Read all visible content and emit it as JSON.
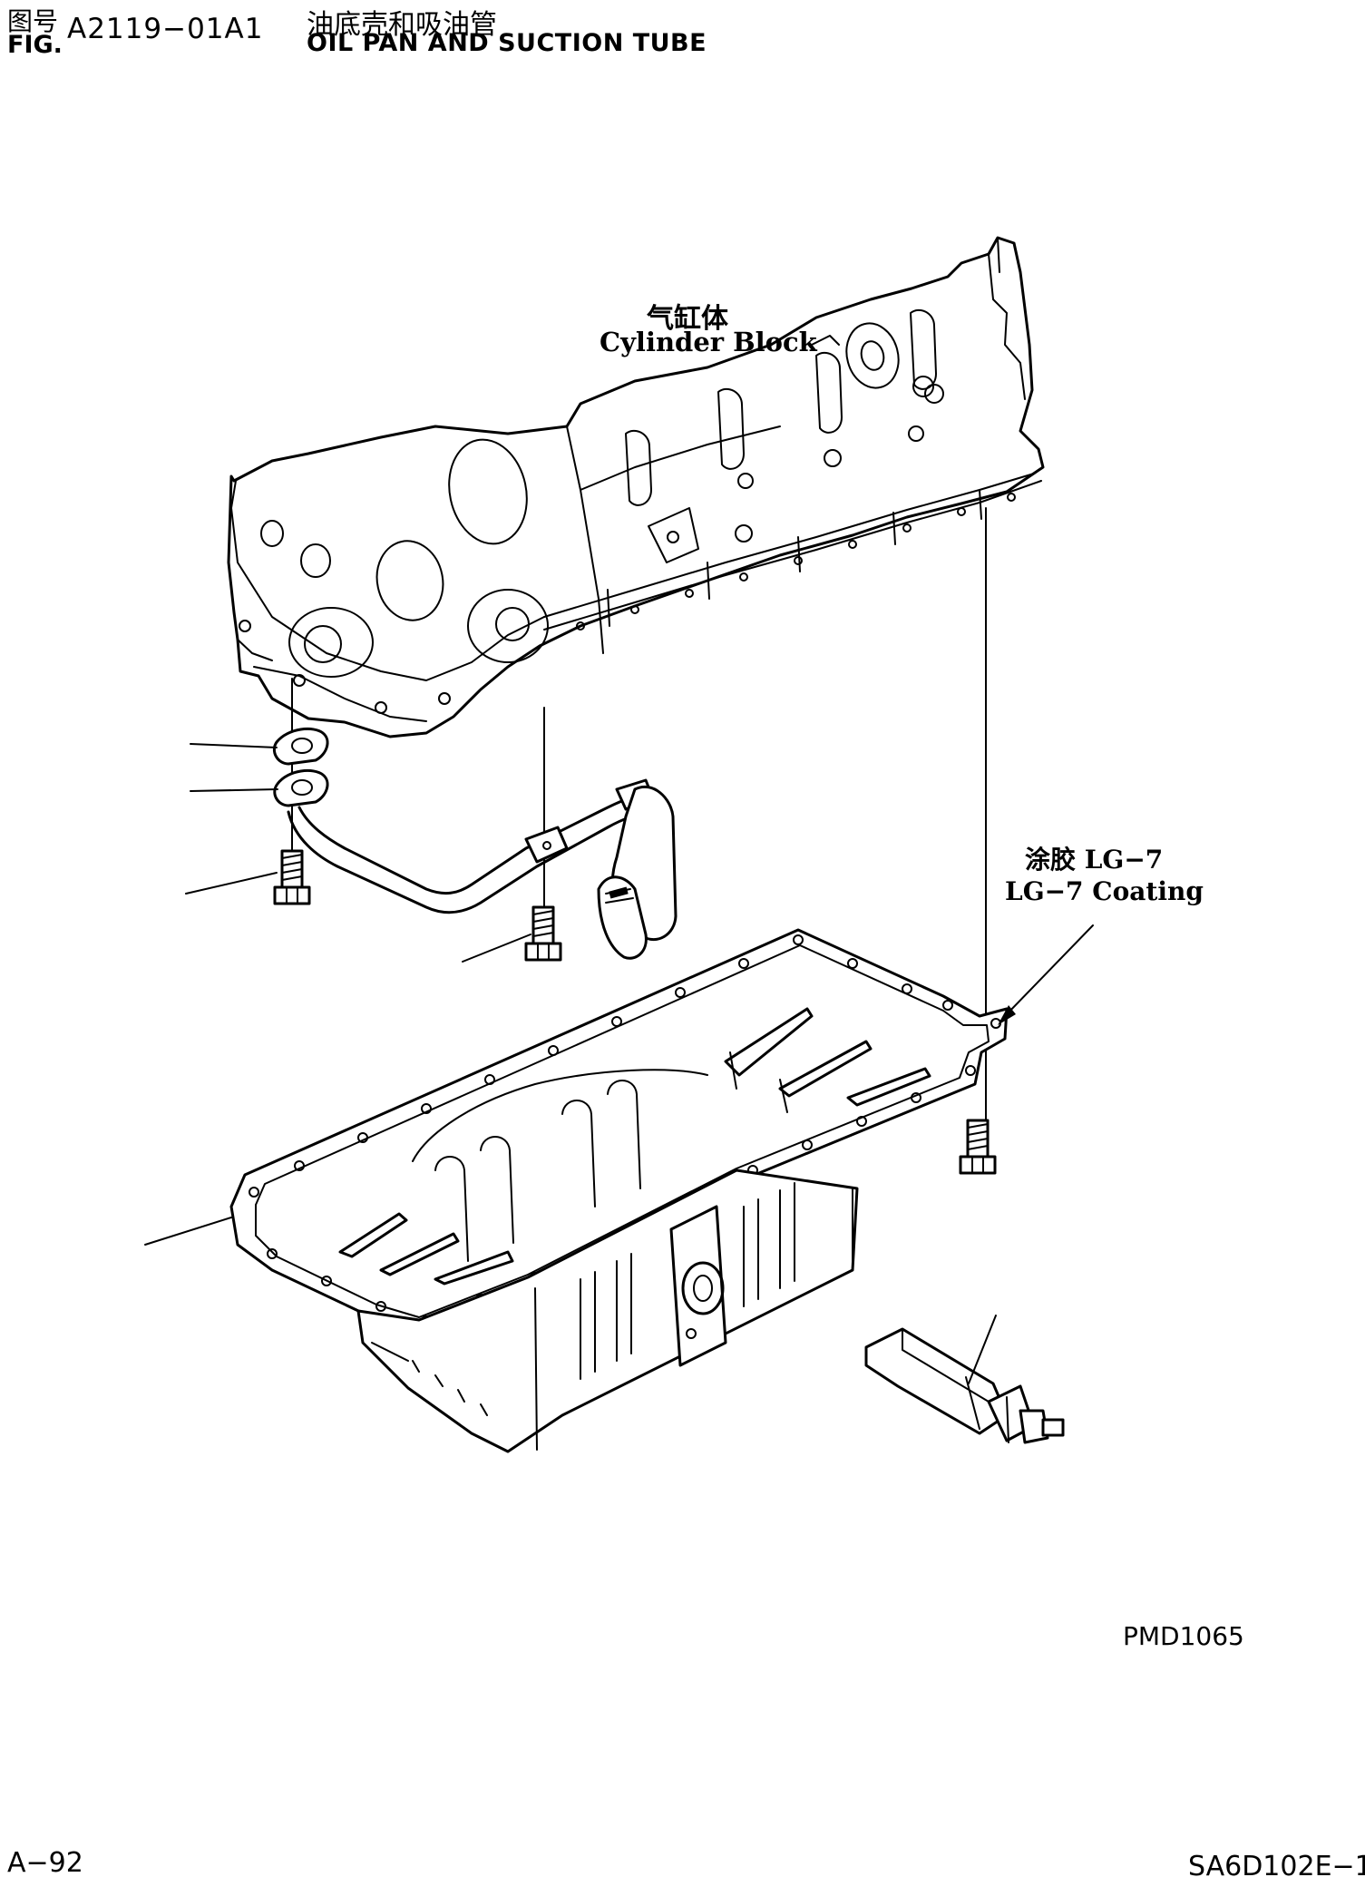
{
  "header": {
    "fig_label_cn": "图号",
    "fig_label_en": "FIG.",
    "fig_number": "A2119−01A1",
    "title_cn": "油底壳和吸油管",
    "title_en": "OIL PAN AND SUCTION TUBE"
  },
  "labels": {
    "cylinder_block_cn": "气缸体",
    "cylinder_block_en": "Cylinder Block",
    "coating_cn": "涂胶 LG−7",
    "coating_en": "LG−7 Coating"
  },
  "footer": {
    "drawing_id": "PMD1065",
    "page_number": "A−92",
    "model_code": "SA6D102E−1"
  }
}
